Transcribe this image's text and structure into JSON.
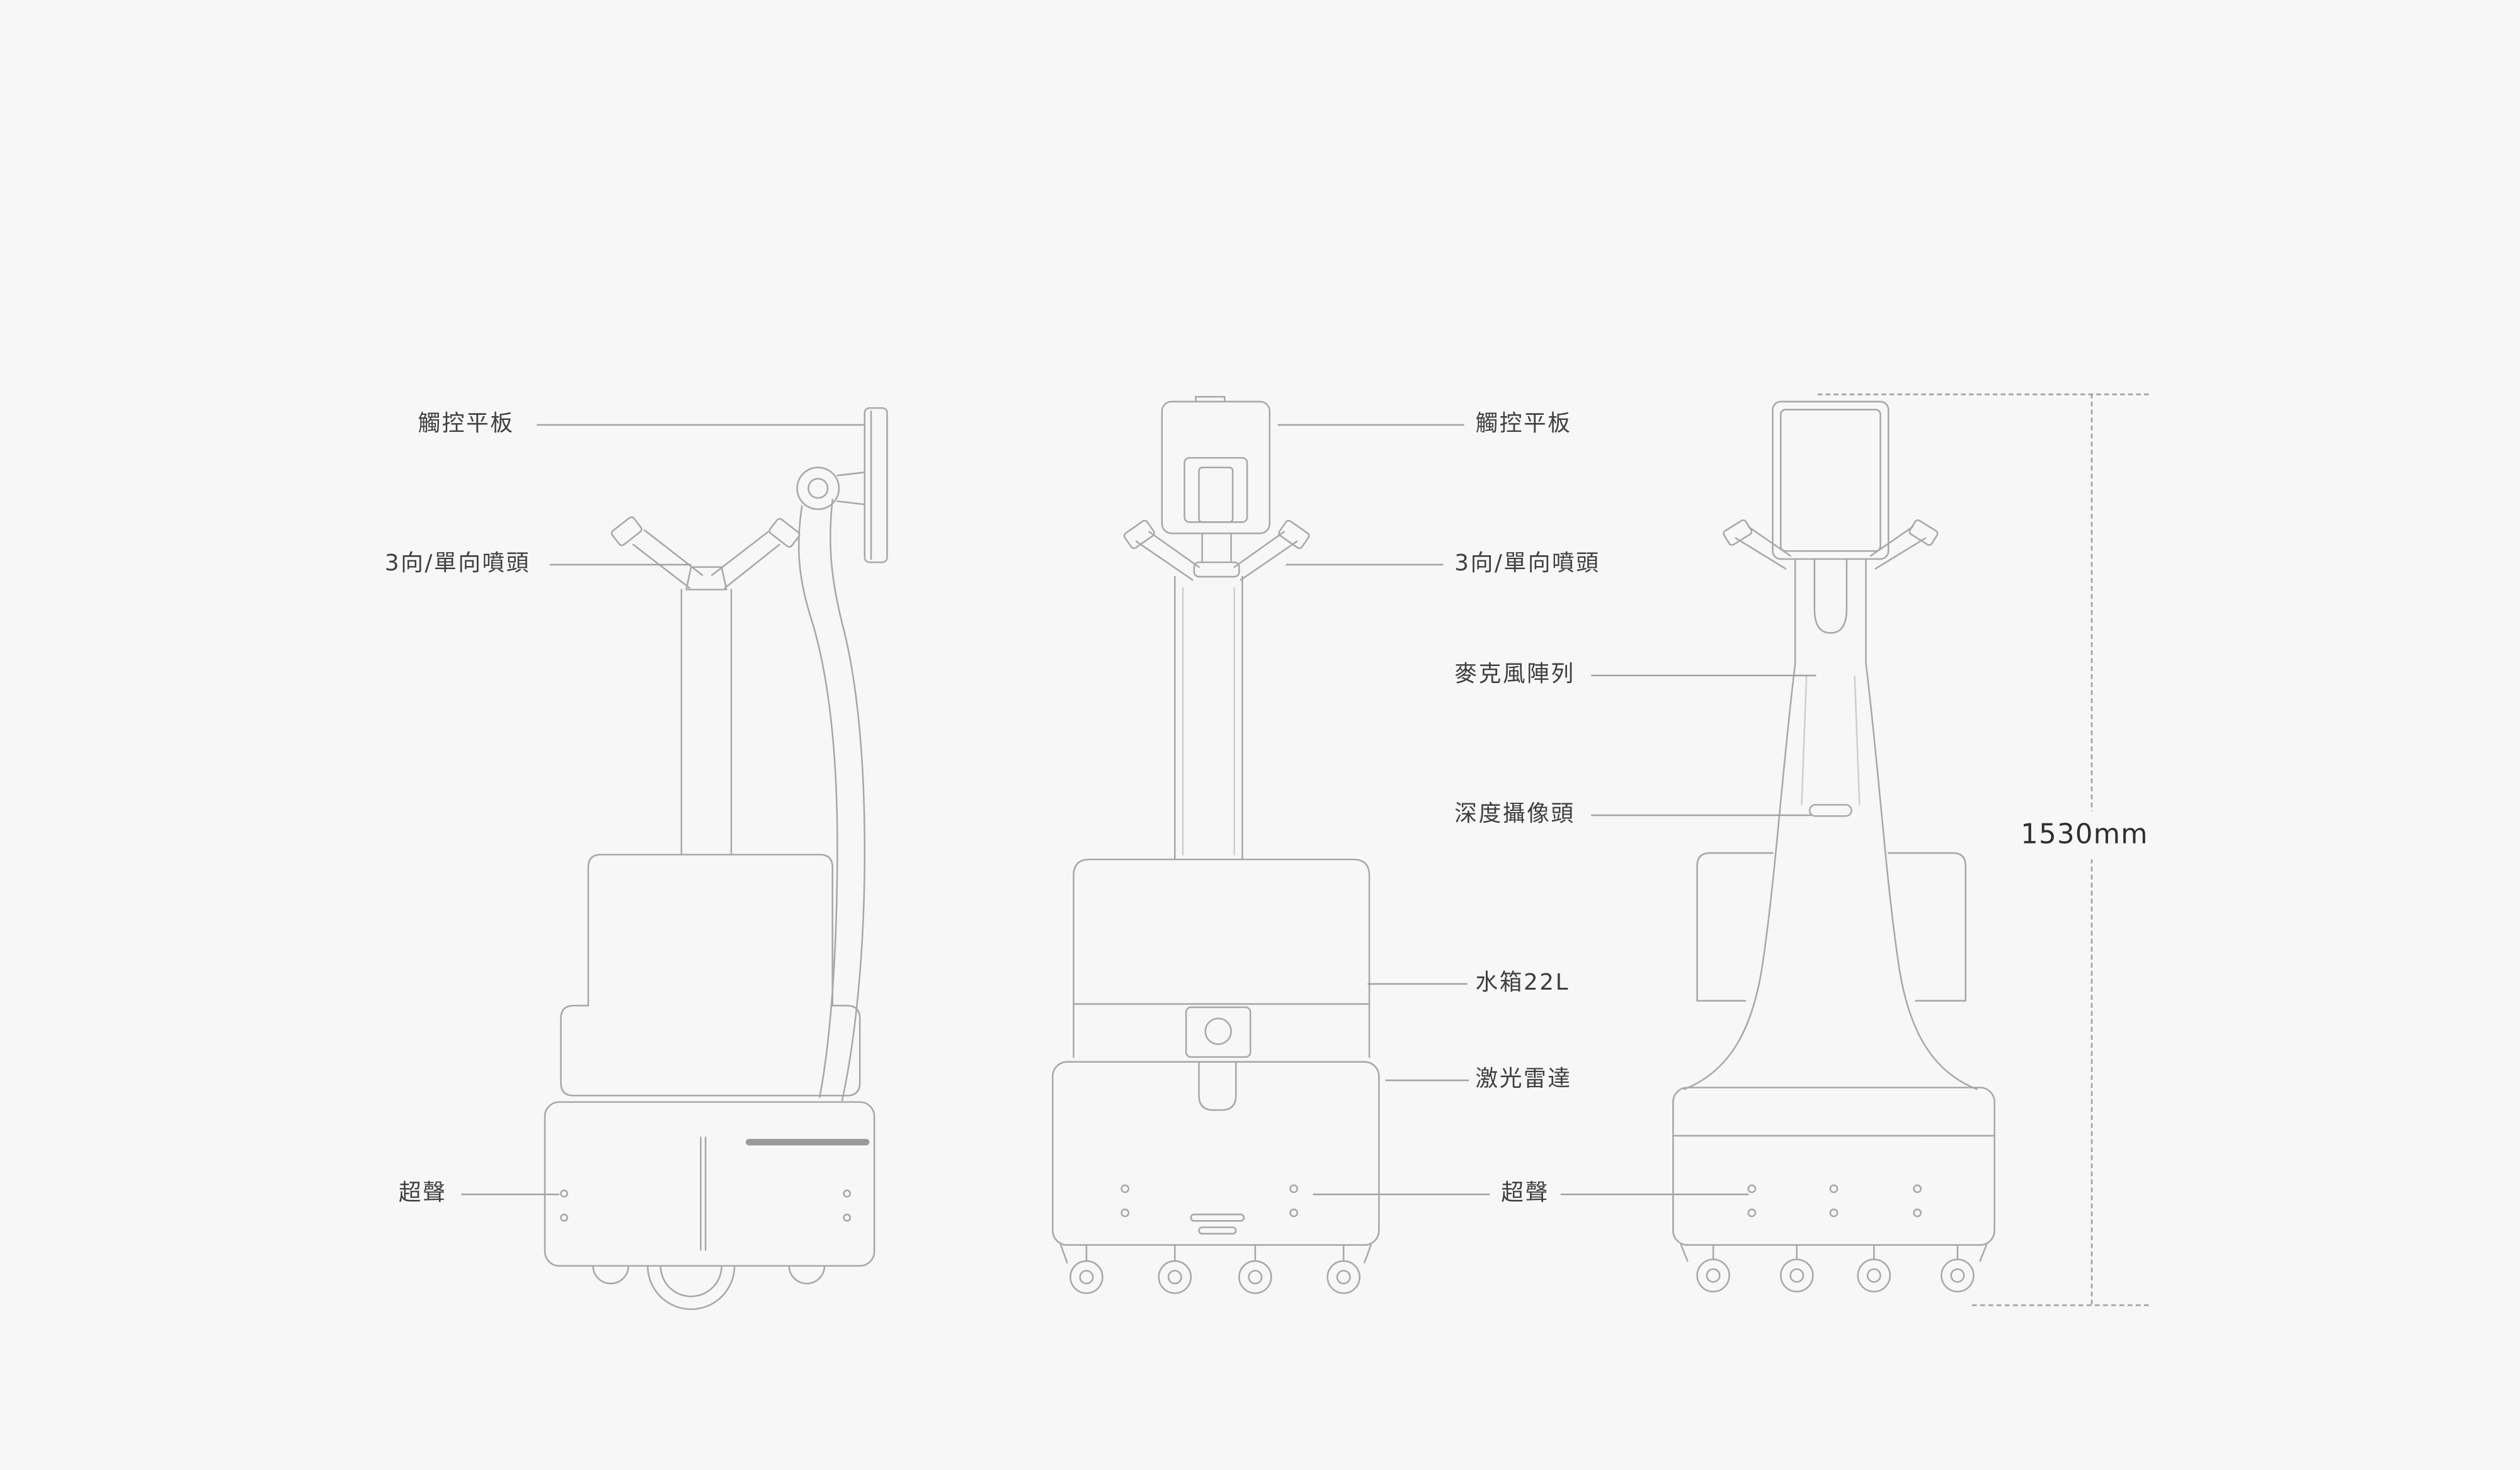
{
  "page": {
    "background_color": "#f7f7f8",
    "drawing_line_color": "#a8a8a8",
    "leader_line_color": "#a3a3a3",
    "label_text_color": "#3f3f3f"
  },
  "callouts": {
    "side_view": {
      "touch_panel": "觸控平板",
      "spray_nozzle": "3向/單向噴頭",
      "ultrasonic": "超聲"
    },
    "front_and_rear_views": {
      "touch_panel": "觸控平板",
      "spray_nozzle": "3向/單向噴頭",
      "mic_array": "麥克風陣列",
      "depth_camera": "深度攝像頭",
      "water_tank": "水箱22L",
      "lidar": "激光雷達",
      "ultrasonic": "超聲"
    },
    "dimension": {
      "overall_height": "1530mm"
    }
  },
  "drawings": {
    "side_view": "robot-side-view-line-drawing",
    "front_view": "robot-front-view-line-drawing",
    "rear_view": "robot-rear-view-line-drawing"
  }
}
